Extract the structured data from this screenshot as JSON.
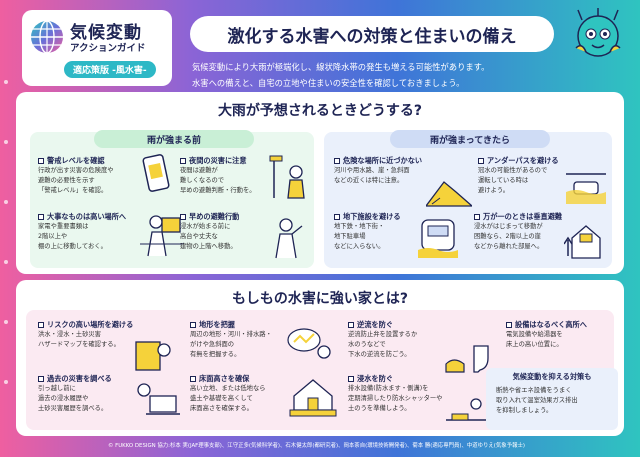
{
  "header": {
    "logo_line1": "気候変動",
    "logo_line2": "アクションガイド",
    "logo_badge": "適応策版 -風水害-",
    "title": "激化する水害への対策と住まいの備え",
    "lead_line1": "気候変動により大雨が極端化し、線状降水帯の発生も増える可能性があります。",
    "lead_line2": "水害への備えと、自宅の立地や住まいの安全性を確認しておきましょう。"
  },
  "section1": {
    "title": "大雨が予想されるときどうする?",
    "left_head": "雨が強まる前",
    "right_head": "雨が強まってきたら",
    "items": [
      {
        "h": "警戒レベルを確認",
        "b": [
          "行政が出す災害の危険度や",
          "避難の必要性を示す",
          "「警戒レベル」を確認。"
        ]
      },
      {
        "h": "夜間の災害に注意",
        "b": [
          "夜間は避難が",
          "難しくなるので",
          "早めの避難判断・行動を。"
        ]
      },
      {
        "h": "大事なものは高い場所へ",
        "b": [
          "家電や重要書類は",
          "2階以上や",
          "棚の上に移動しておく。"
        ]
      },
      {
        "h": "早めの避難行動",
        "b": [
          "浸水が始まる前に",
          "高台や丈夫な",
          "建物の上階へ移動。"
        ]
      },
      {
        "h": "危険な場所に近づかない",
        "b": [
          "河川や用水路、崖・急斜面",
          "などの近くは特に注意。"
        ]
      },
      {
        "h": "アンダーパスを避ける",
        "b": [
          "冠水の可能性があるので",
          "運転している時は",
          "避けよう。"
        ]
      },
      {
        "h": "地下施設を避ける",
        "b": [
          "地下鉄・地下街・",
          "地下駐車場",
          "などに入らない。"
        ]
      },
      {
        "h": "万が一のときは垂直避難",
        "b": [
          "浸水がはじまって移動が",
          "困難なら、2階以上の崖",
          "などから離れた部屋へ。"
        ]
      }
    ]
  },
  "section2": {
    "title": "もしもの水害に強い家とは?",
    "items": [
      {
        "h": "リスクの高い場所を避ける",
        "b": [
          "洪水・浸水・土砂災害",
          "ハザードマップを確認する。"
        ]
      },
      {
        "h": "地形を把握",
        "b": [
          "周辺の地形・河川・排水路・",
          "がけや急斜面の",
          "有無を把握する。"
        ]
      },
      {
        "h": "逆流を防ぐ",
        "b": [
          "逆流防止弁を設置するか",
          "水のうなどで",
          "下水の逆流を防ごう。"
        ]
      },
      {
        "h": "設備はなるべく高所へ",
        "b": [
          "電気設備や給湯器を",
          "床上の高い位置に。"
        ]
      },
      {
        "h": "過去の災害を調べる",
        "b": [
          "引っ越し前に",
          "過去の浸水履歴や",
          "土砂災害履歴を調べる。"
        ]
      },
      {
        "h": "床面高さを確保",
        "b": [
          "高い立地、または低地なら",
          "盛土や基礎を高くして",
          "床面高さを確保する。"
        ]
      },
      {
        "h": "浸水を防ぐ",
        "b": [
          "排水設備(防水ます・側溝)を",
          "定期清掃したり防水シャッターや",
          "土のうを準備しよう。"
        ]
      }
    ],
    "callout_head": "気候変動を抑える対策も",
    "callout_body": [
      "断熱や省エネ設備をうまく",
      "取り入れて温室効果ガス排出",
      "を抑制しましょう。"
    ]
  },
  "footer": {
    "credit": "© FUKKO DESIGN 協力:杉本 実(JAF理事支部)、江守正多(気候科学者)、石木健太郎(都研究者)、岡本茶自(環境技術開発者)、菊本 勝(適応専門員)、中道ゆりえ(気象予報士)"
  },
  "colors": {
    "navy": "#1e2454",
    "pink": "#ef5fa0",
    "teal": "#2db8c6",
    "yellow": "#f5d23a"
  }
}
